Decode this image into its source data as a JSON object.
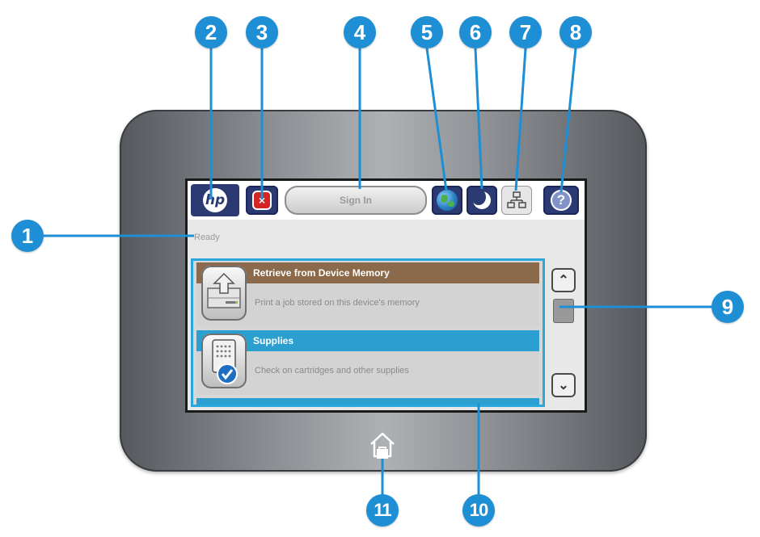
{
  "screen": {
    "sign_in_label": "Sign In",
    "status_text": "Ready",
    "hp_logo_text": "hp",
    "stop_symbol": "×",
    "help_symbol": "?",
    "list_items": [
      {
        "title": "Retrieve from Device Memory",
        "description": "Print a job stored on this device's memory",
        "title_color": "#8a6a4a"
      },
      {
        "title": "Supplies",
        "description": "Check on cartridges and other supplies",
        "title_color": "#2a9fd0"
      }
    ],
    "scroll_up_symbol": "⌃",
    "scroll_down_symbol": "⌄"
  },
  "callouts": [
    "1",
    "2",
    "3",
    "4",
    "5",
    "6",
    "7",
    "8",
    "9",
    "10",
    "11"
  ],
  "colors": {
    "callout_blue": "#1e8fd4",
    "topbar_button_dark": "#2c3a74",
    "selection_border": "#2aa7dd"
  }
}
